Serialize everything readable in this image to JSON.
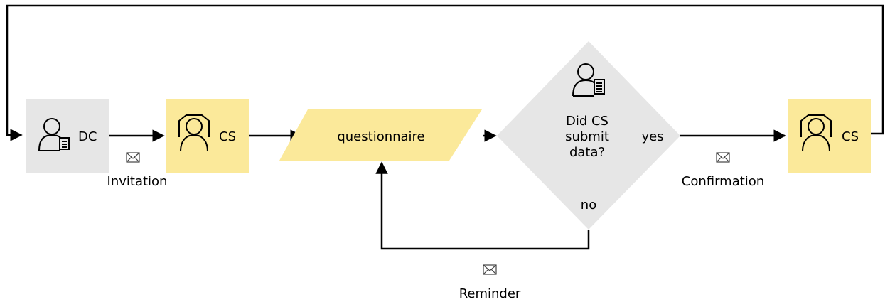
{
  "nodes": {
    "dc": {
      "label": "DC"
    },
    "cs_start": {
      "label": "CS"
    },
    "questionnaire": {
      "label": "questionnaire"
    },
    "decision": {
      "line1": "Did CS",
      "line2": "submit",
      "line3": "data?"
    },
    "cs_end": {
      "label": "CS"
    }
  },
  "edges": {
    "invitation": {
      "label": "Invitation",
      "icon": "envelope-icon"
    },
    "reminder": {
      "label": "Reminder",
      "icon": "envelope-icon"
    },
    "confirmation": {
      "label": "Confirmation",
      "icon": "envelope-icon"
    },
    "yes": {
      "label": "yes"
    },
    "no": {
      "label": "no"
    }
  },
  "colors": {
    "yellow": "#fbe99a",
    "gray": "#e6e6e6",
    "line": "#000000"
  }
}
